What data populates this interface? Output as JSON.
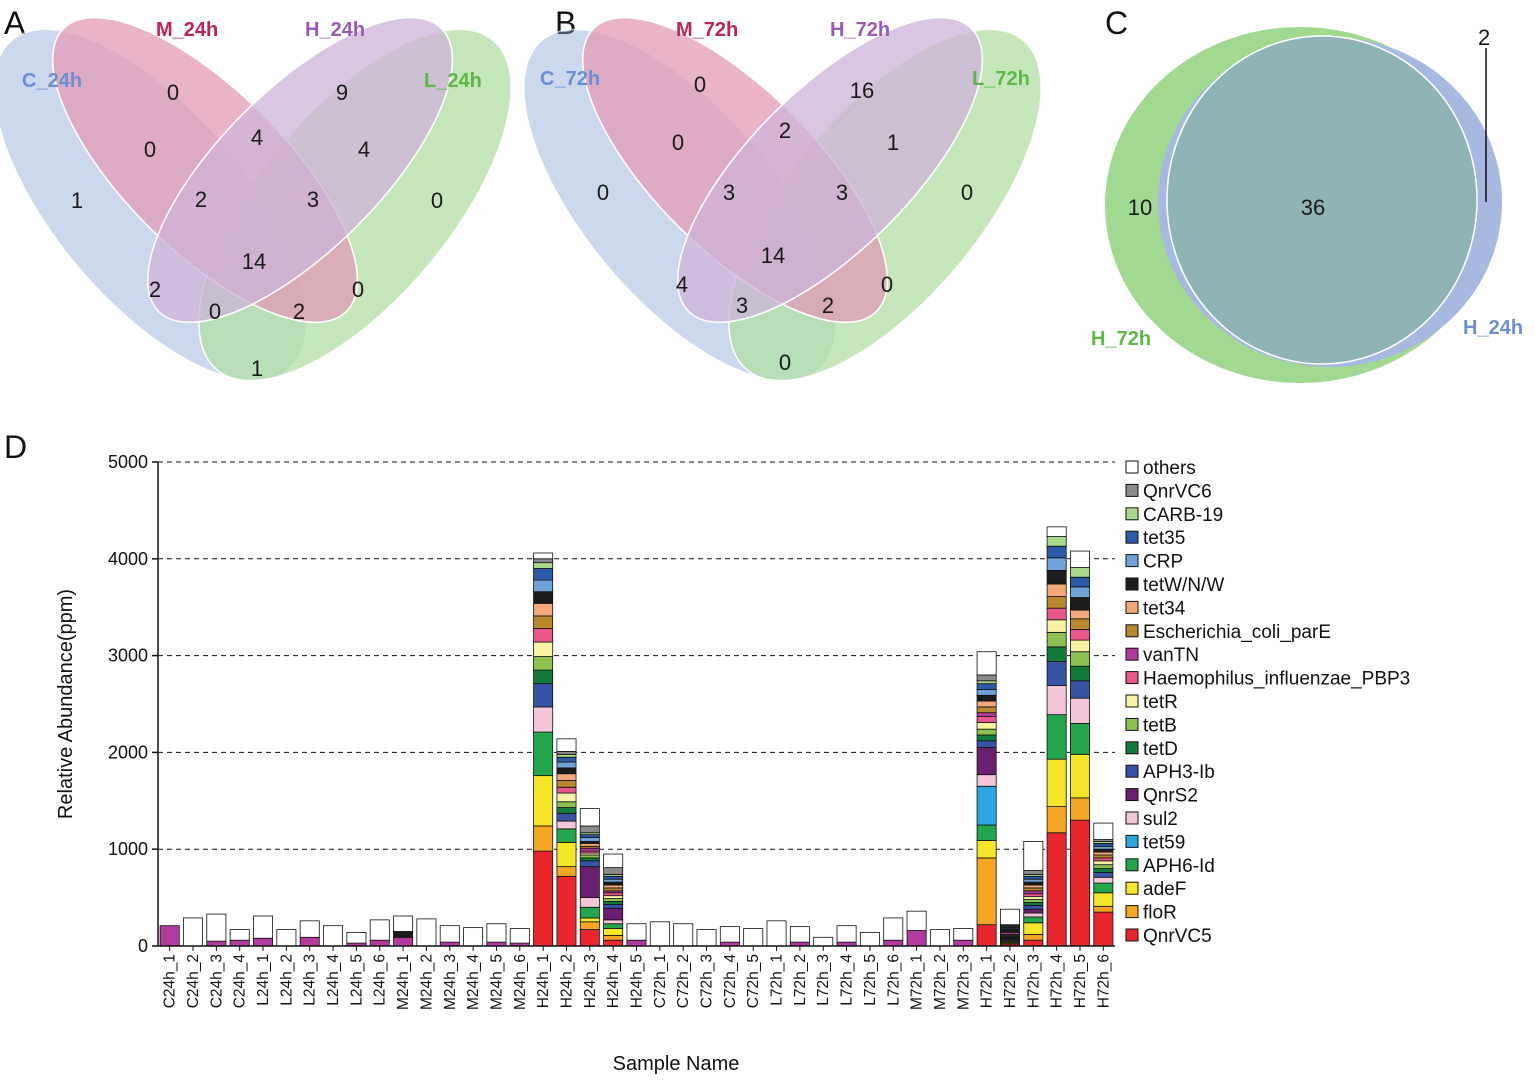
{
  "panel_letters": {
    "A": "A",
    "B": "B",
    "C": "C",
    "D": "D"
  },
  "venn_A": {
    "labels": {
      "C": "C_24h",
      "M": "M_24h",
      "H": "H_24h",
      "L": "L_24h"
    },
    "counts": {
      "C": "1",
      "M": "0",
      "H": "9",
      "L": "0",
      "CM": "0",
      "MH": "4",
      "HL": "4",
      "CMH": "2",
      "MHL": "3",
      "CMHL": "14",
      "CH": "2",
      "ML": "0",
      "CHL": "0",
      "CML": "2",
      "CL": "1"
    }
  },
  "venn_B": {
    "labels": {
      "C": "C_72h",
      "M": "M_72h",
      "H": "H_72h",
      "L": "L_72h"
    },
    "counts": {
      "C": "0",
      "M": "0",
      "H": "16",
      "L": "0",
      "CM": "0",
      "MH": "2",
      "HL": "1",
      "CMH": "3",
      "MHL": "3",
      "CMHL": "14",
      "CH": "4",
      "ML": "0",
      "CHL": "3",
      "CML": "2",
      "CL": "0"
    }
  },
  "venn_C": {
    "labels": {
      "left": "H_72h",
      "right": "H_24h"
    },
    "counts": {
      "left_only": "10",
      "shared": "36",
      "right_only": "2"
    }
  },
  "colors": {
    "C_set": "#8fa9d8",
    "M_set": "#d05a86",
    "H_set": "#ad82c2",
    "L_set": "#7fcb6a",
    "C_label": "#6b8fd0",
    "M_label": "#b8245e",
    "H_label": "#9a58b8",
    "L_label": "#5fb848",
    "venn_C_left": "#92d27e",
    "venn_C_right": "#a7b9e0",
    "venn_C_shared": "#8fb4b6"
  },
  "chart_data": {
    "type": "bar",
    "stacked": true,
    "title": "",
    "xlabel": "Sample Name",
    "ylabel": "Relative Abundance(ppm)",
    "ylim": [
      0,
      5000
    ],
    "yticks": [
      0,
      1000,
      2000,
      3000,
      4000,
      5000
    ],
    "grid": "dashed horizontal",
    "legend_position": "right",
    "categories": [
      "C24h_1",
      "C24h_2",
      "C24h_3",
      "C24h_4",
      "L24h_1",
      "L24h_2",
      "L24h_3",
      "L24h_4",
      "L24h_5",
      "L24h_6",
      "M24h_1",
      "M24h_2",
      "M24h_3",
      "M24h_4",
      "M24h_5",
      "M24h_6",
      "H24h_1",
      "H24h_2",
      "H24h_3",
      "H24h_4",
      "H24h_5",
      "C72h_1",
      "C72h_2",
      "C72h_3",
      "C72h_4",
      "C72h_5",
      "L72h_1",
      "L72h_2",
      "L72h_3",
      "L72h_4",
      "L72h_5",
      "L72h_6",
      "M72h_1",
      "M72h_2",
      "M72h_3",
      "H72h_1",
      "H72h_2",
      "H72h_3",
      "H72h_4",
      "H72h_5",
      "H72h_6"
    ],
    "series": [
      {
        "name": "QnrVC5",
        "color": "#e8262b",
        "values": [
          0,
          0,
          0,
          0,
          0,
          0,
          0,
          0,
          0,
          0,
          0,
          0,
          0,
          0,
          0,
          0,
          980,
          720,
          170,
          60,
          0,
          0,
          0,
          0,
          0,
          0,
          0,
          0,
          0,
          0,
          0,
          0,
          0,
          0,
          0,
          220,
          20,
          60,
          1170,
          1300,
          350
        ]
      },
      {
        "name": "floR",
        "color": "#f5a623",
        "values": [
          0,
          0,
          0,
          0,
          0,
          0,
          0,
          0,
          0,
          0,
          0,
          0,
          0,
          0,
          0,
          0,
          260,
          100,
          80,
          50,
          0,
          0,
          0,
          0,
          0,
          0,
          0,
          0,
          0,
          0,
          0,
          0,
          0,
          0,
          0,
          690,
          10,
          60,
          270,
          230,
          60
        ]
      },
      {
        "name": "adeF",
        "color": "#f6e62a",
        "values": [
          0,
          0,
          0,
          0,
          0,
          0,
          0,
          0,
          0,
          0,
          0,
          0,
          0,
          0,
          0,
          0,
          520,
          250,
          40,
          70,
          0,
          0,
          0,
          0,
          0,
          0,
          0,
          0,
          0,
          0,
          0,
          0,
          0,
          0,
          0,
          180,
          10,
          120,
          490,
          450,
          140
        ]
      },
      {
        "name": "APH6-Id",
        "color": "#23a54c",
        "values": [
          0,
          0,
          0,
          0,
          0,
          0,
          0,
          0,
          0,
          0,
          0,
          0,
          0,
          0,
          0,
          0,
          450,
          140,
          110,
          50,
          0,
          0,
          0,
          0,
          0,
          0,
          0,
          0,
          0,
          0,
          0,
          0,
          0,
          0,
          0,
          160,
          10,
          60,
          460,
          320,
          100
        ]
      },
      {
        "name": "tet59",
        "color": "#2ba7e0",
        "values": [
          0,
          0,
          0,
          0,
          0,
          0,
          0,
          0,
          0,
          0,
          0,
          0,
          0,
          0,
          0,
          0,
          0,
          0,
          0,
          0,
          0,
          0,
          0,
          0,
          0,
          0,
          0,
          0,
          0,
          0,
          0,
          0,
          0,
          0,
          0,
          400,
          0,
          0,
          0,
          0,
          0
        ]
      },
      {
        "name": "sul2",
        "color": "#f2c6d8",
        "values": [
          0,
          0,
          0,
          0,
          0,
          0,
          0,
          0,
          0,
          0,
          0,
          0,
          0,
          0,
          0,
          0,
          260,
          80,
          100,
          40,
          0,
          0,
          0,
          0,
          0,
          0,
          0,
          0,
          0,
          0,
          0,
          0,
          0,
          0,
          0,
          120,
          10,
          40,
          300,
          260,
          60
        ]
      },
      {
        "name": "QnrS2",
        "color": "#6a1e6e",
        "values": [
          0,
          0,
          0,
          0,
          0,
          0,
          0,
          0,
          0,
          0,
          0,
          0,
          0,
          0,
          0,
          0,
          0,
          0,
          320,
          120,
          0,
          0,
          0,
          0,
          0,
          0,
          0,
          0,
          0,
          0,
          0,
          0,
          0,
          0,
          0,
          280,
          10,
          40,
          0,
          0,
          0
        ]
      },
      {
        "name": "APH3-Ib",
        "color": "#3653a5",
        "values": [
          0,
          0,
          0,
          0,
          0,
          0,
          0,
          0,
          0,
          0,
          0,
          0,
          0,
          0,
          0,
          0,
          240,
          80,
          60,
          40,
          0,
          0,
          0,
          0,
          0,
          0,
          0,
          0,
          0,
          0,
          0,
          0,
          0,
          0,
          0,
          70,
          10,
          40,
          250,
          180,
          50
        ]
      },
      {
        "name": "tetD",
        "color": "#127a3a",
        "values": [
          0,
          0,
          0,
          0,
          0,
          0,
          0,
          0,
          0,
          0,
          0,
          0,
          0,
          0,
          0,
          0,
          140,
          60,
          30,
          30,
          0,
          0,
          0,
          0,
          0,
          0,
          0,
          0,
          0,
          0,
          0,
          0,
          0,
          0,
          0,
          60,
          10,
          30,
          150,
          150,
          40
        ]
      },
      {
        "name": "tetB",
        "color": "#8cc152",
        "values": [
          0,
          0,
          0,
          0,
          0,
          0,
          0,
          0,
          0,
          0,
          0,
          0,
          0,
          0,
          0,
          0,
          140,
          60,
          30,
          30,
          0,
          0,
          0,
          0,
          0,
          0,
          0,
          0,
          0,
          0,
          0,
          0,
          0,
          0,
          0,
          60,
          10,
          30,
          150,
          150,
          40
        ]
      },
      {
        "name": "tetR",
        "color": "#f7f2a4",
        "values": [
          0,
          0,
          0,
          0,
          0,
          0,
          0,
          0,
          0,
          0,
          0,
          0,
          0,
          0,
          0,
          0,
          150,
          90,
          20,
          30,
          0,
          0,
          0,
          0,
          0,
          0,
          0,
          0,
          0,
          0,
          0,
          0,
          0,
          0,
          0,
          70,
          10,
          30,
          130,
          120,
          40
        ]
      },
      {
        "name": "Haemophilus_influenzae_PBP3",
        "color": "#e8578a",
        "values": [
          0,
          0,
          0,
          0,
          0,
          0,
          0,
          0,
          0,
          0,
          0,
          0,
          0,
          0,
          0,
          0,
          140,
          60,
          20,
          30,
          0,
          0,
          0,
          0,
          0,
          0,
          0,
          0,
          0,
          0,
          0,
          0,
          0,
          0,
          0,
          60,
          10,
          30,
          120,
          110,
          30
        ]
      },
      {
        "name": "vanTN",
        "color": "#b23a9e",
        "values": [
          210,
          0,
          50,
          60,
          80,
          0,
          90,
          0,
          30,
          60,
          90,
          0,
          40,
          0,
          40,
          30,
          0,
          0,
          30,
          20,
          60,
          0,
          0,
          0,
          40,
          0,
          0,
          40,
          0,
          40,
          0,
          60,
          160,
          0,
          60,
          40,
          20,
          30,
          0,
          0,
          0
        ]
      },
      {
        "name": "Escherichia_coli_parE",
        "color": "#b8872e",
        "values": [
          0,
          0,
          0,
          0,
          0,
          0,
          0,
          0,
          0,
          0,
          0,
          0,
          0,
          0,
          0,
          0,
          130,
          70,
          20,
          30,
          0,
          0,
          0,
          0,
          0,
          0,
          0,
          0,
          0,
          0,
          0,
          0,
          0,
          0,
          0,
          60,
          10,
          30,
          120,
          110,
          30
        ]
      },
      {
        "name": "tet34",
        "color": "#f3a87a",
        "values": [
          0,
          0,
          0,
          0,
          0,
          0,
          0,
          0,
          0,
          0,
          0,
          0,
          0,
          0,
          0,
          0,
          130,
          70,
          30,
          30,
          0,
          0,
          0,
          0,
          0,
          0,
          0,
          0,
          0,
          0,
          0,
          0,
          0,
          0,
          0,
          60,
          10,
          30,
          130,
          90,
          30
        ]
      },
      {
        "name": "tetW/N/W",
        "color": "#1c1c1c",
        "values": [
          0,
          0,
          0,
          0,
          0,
          0,
          0,
          0,
          0,
          0,
          60,
          0,
          0,
          0,
          0,
          0,
          120,
          60,
          20,
          30,
          0,
          0,
          0,
          0,
          0,
          0,
          0,
          0,
          0,
          0,
          0,
          0,
          0,
          0,
          0,
          60,
          20,
          30,
          140,
          130,
          30
        ]
      },
      {
        "name": "CRP",
        "color": "#6fa3d8",
        "values": [
          0,
          0,
          0,
          0,
          0,
          0,
          0,
          0,
          0,
          0,
          0,
          0,
          0,
          0,
          0,
          0,
          120,
          60,
          40,
          30,
          0,
          0,
          0,
          0,
          0,
          0,
          0,
          0,
          0,
          0,
          0,
          0,
          0,
          0,
          0,
          60,
          10,
          30,
          130,
          110,
          30
        ]
      },
      {
        "name": "tet35",
        "color": "#2a5aa8",
        "values": [
          0,
          0,
          0,
          0,
          0,
          0,
          0,
          0,
          0,
          0,
          0,
          0,
          0,
          0,
          0,
          0,
          120,
          50,
          30,
          30,
          0,
          0,
          0,
          0,
          0,
          0,
          0,
          0,
          0,
          0,
          0,
          0,
          0,
          0,
          0,
          60,
          10,
          30,
          120,
          100,
          30
        ]
      },
      {
        "name": "CARB-19",
        "color": "#a9d88b",
        "values": [
          0,
          0,
          0,
          0,
          0,
          0,
          0,
          0,
          0,
          0,
          0,
          0,
          0,
          0,
          0,
          0,
          60,
          30,
          20,
          20,
          0,
          0,
          0,
          0,
          0,
          0,
          0,
          0,
          0,
          0,
          0,
          0,
          0,
          0,
          0,
          30,
          10,
          20,
          100,
          100,
          20
        ]
      },
      {
        "name": "QnrVC6",
        "color": "#8a8a8a",
        "values": [
          0,
          0,
          0,
          0,
          0,
          0,
          0,
          0,
          0,
          0,
          0,
          0,
          0,
          0,
          0,
          0,
          40,
          30,
          70,
          70,
          0,
          0,
          0,
          0,
          0,
          0,
          0,
          0,
          0,
          0,
          0,
          0,
          0,
          0,
          0,
          60,
          10,
          40,
          0,
          0,
          20
        ]
      },
      {
        "name": "others",
        "color": "#ffffff",
        "values": [
          0,
          290,
          280,
          110,
          230,
          170,
          170,
          210,
          110,
          210,
          160,
          280,
          170,
          190,
          190,
          150,
          60,
          130,
          180,
          140,
          170,
          250,
          230,
          170,
          160,
          180,
          260,
          160,
          90,
          170,
          140,
          230,
          200,
          170,
          120,
          240,
          160,
          300,
          100,
          170,
          170
        ]
      }
    ]
  }
}
